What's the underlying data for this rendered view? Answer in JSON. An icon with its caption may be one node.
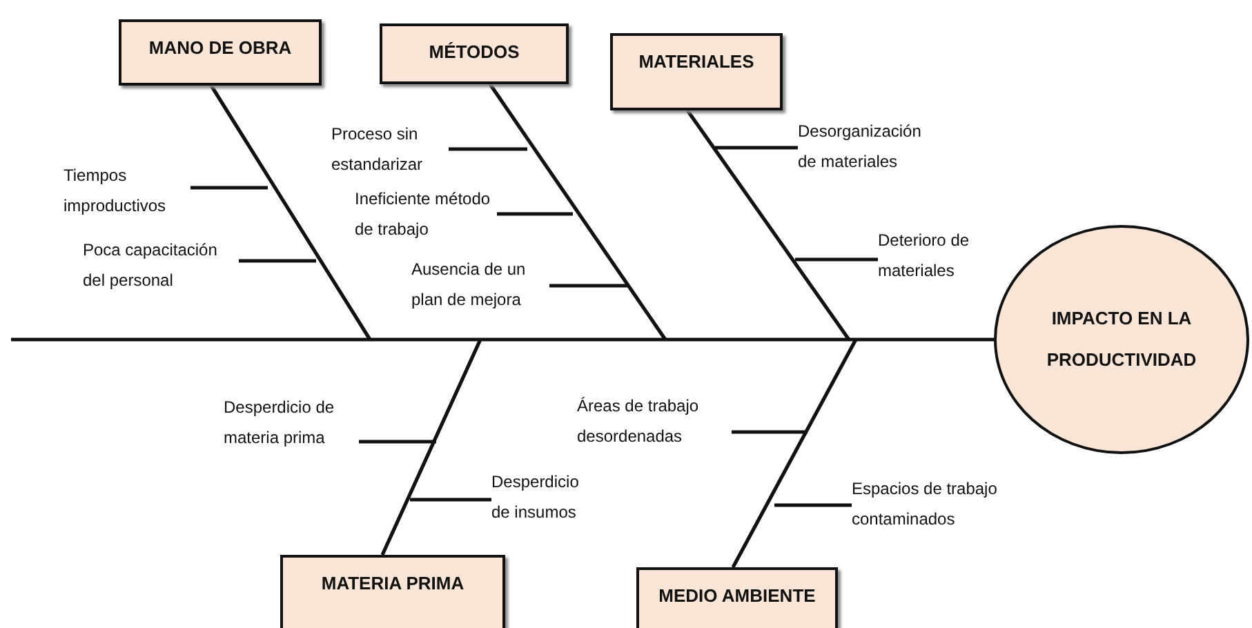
{
  "diagram": {
    "nodes": [
      {
        "text": [
          "MANO DE OBRA"
        ]
      },
      {
        "text": [
          "MÉTODOS"
        ]
      },
      {
        "text": [
          "MATERIALES"
        ]
      },
      {
        "text": [
          "IMPACTO EN LA PRODUCTIVIDAD"
        ]
      },
      {
        "text": [
          "MATERIA PRIMA"
        ]
      },
      {
        "text": [
          "MEDIO AMBIENTE"
        ]
      },
      {
        "text": [
          "Tiempos improductivos"
        ]
      },
      {
        "text": [
          "Poca capacitación del personal"
        ]
      },
      {
        "text": [
          "Proceso sin estandarizar"
        ]
      },
      {
        "text": [
          "Ineficiente método de trabajo"
        ]
      },
      {
        "text": [
          "Ausencia de un plan de mejora"
        ]
      },
      {
        "text": [
          "Desorganización de materiales"
        ]
      },
      {
        "text": [
          "Deterioro de materiales"
        ]
      },
      {
        "text": [
          "Desperdicio de materia prima"
        ]
      },
      {
        "text": [
          "Desperdicio de insumos"
        ]
      },
      {
        "text": [
          "Áreas de trabajo desordenadas"
        ]
      },
      {
        "text": [
          "Espacios de trabajo contaminados"
        ]
      }
    ],
    "edges": [
      {
        "from": 0,
        "to": null,
        "arrow": "none"
      },
      {
        "from": 1,
        "to": null,
        "arrow": "none"
      },
      {
        "from": 2,
        "to": null,
        "arrow": "none"
      },
      {
        "from": 4,
        "to": null,
        "arrow": "none"
      },
      {
        "from": 5,
        "to": null,
        "arrow": "none"
      },
      {
        "from": null,
        "to": 3,
        "arrow": "none"
      },
      {
        "from": 6,
        "to": null,
        "arrow": "none"
      },
      {
        "from": 7,
        "to": null,
        "arrow": "none"
      },
      {
        "from": 8,
        "to": null,
        "arrow": "none"
      },
      {
        "from": 9,
        "to": null,
        "arrow": "none"
      },
      {
        "from": 10,
        "to": null,
        "arrow": "none"
      },
      {
        "from": 11,
        "to": null,
        "arrow": "none"
      },
      {
        "from": 12,
        "to": null,
        "arrow": "none"
      },
      {
        "from": 13,
        "to": null,
        "arrow": "none"
      },
      {
        "from": 14,
        "to": null,
        "arrow": "none"
      },
      {
        "from": 15,
        "to": null,
        "arrow": "none"
      },
      {
        "from": 16,
        "to": null,
        "arrow": "none"
      }
    ]
  }
}
